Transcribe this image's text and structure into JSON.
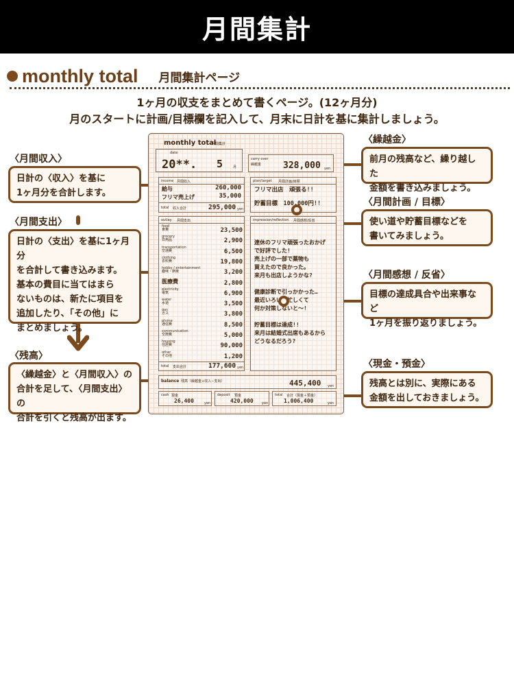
{
  "title": "月間集計",
  "heading": {
    "en": "monthly total",
    "jp": "月間集計ページ"
  },
  "intro": [
    "1ヶ月の収支をまとめて書くページ。(12ヶ月分)",
    "月のスタートに計画/目標欄を記入して、月末に日計を基に集計しましょう。"
  ],
  "sheet": {
    "header_en": "monthly total",
    "header_jp": "月間集計",
    "date_label": "date",
    "year": "20**.",
    "month": "5",
    "month_unit": "月",
    "carry_label": "carry over",
    "carry_label_jp": "繰越金",
    "carry_value": "328,000",
    "yen": "yen",
    "income_label": "income",
    "income_label_jp": "月間収入",
    "income": [
      {
        "label": "給与",
        "value": "260,000"
      },
      {
        "label": "フリマ売上げ",
        "value": "35,000"
      }
    ],
    "income_total_label": "total",
    "income_total_label_jp": "収入合計",
    "income_total": "295,000",
    "outlay_label": "outlay",
    "outlay_label_jp": "月間支出",
    "outlay": [
      {
        "label": "food\n食費",
        "value": "23,500"
      },
      {
        "label": "grocery\n日用品",
        "value": "2,900"
      },
      {
        "label": "transportation\n交通費",
        "value": "6,500"
      },
      {
        "label": "clothing\n衣料費",
        "value": "19,800"
      },
      {
        "label": "hobby / entertainment\n趣味・娯楽",
        "value": "3,200"
      },
      {
        "label": "医療費",
        "value": "2,800"
      },
      {
        "label": "electricity\n電気",
        "value": "6,900"
      },
      {
        "label": "water\n水道",
        "value": "3,500"
      },
      {
        "label": "gas\nガス",
        "value": "3,800"
      },
      {
        "label": "phone\n通信費",
        "value": "8,500"
      },
      {
        "label": "communication\n交際費",
        "value": "5,000"
      },
      {
        "label": "housing\n住居費",
        "value": "90,000"
      },
      {
        "label": "other\nその他",
        "value": "1,200"
      }
    ],
    "outlay_total_label": "total",
    "outlay_total_label_jp": "支出合計",
    "outlay_total": "177,600",
    "plan_label": "plan/target",
    "plan_label_jp": "月間計画/目標",
    "plan_lines": [
      "フリマ出店　頑張る!!",
      "貯蓄目標　100,000円!!"
    ],
    "impression_label": "impression/reflection",
    "impression_label_jp": "月間感想/反省",
    "impression_lines": [
      "連休のフリマ頑張ったおかげ",
      "で好評でした!",
      "売上げの一部で薬物も",
      "買えたので良かった。",
      "来月も出店しようかな?",
      "",
      "健康診断で引っかかった…",
      "最近いろいろ忙しくて",
      "何か対策しないと〜!",
      "",
      "貯蓄目標は達成!!",
      "来月は結婚式出席もあるから",
      "どうなるだろう?"
    ],
    "balance_label": "balance",
    "balance_label_jp": "残高（繰越金+収入−支出）",
    "balance_value": "445,400",
    "cash_label": "cash",
    "cash_label_jp": "現金",
    "cash_value": "26,400",
    "deposit_label": "deposit",
    "deposit_label_jp": "預金",
    "deposit_value": "420,000",
    "total_label": "total",
    "total_label_jp": "合計（現金＋預金）",
    "total_value": "1,006,400"
  },
  "callouts": {
    "income": {
      "title": "〈月間収入〉",
      "text": [
        "日計の〈収入〉を基に",
        "1ヶ月分を合計します。"
      ]
    },
    "outlay": {
      "title": "〈月間支出〉",
      "text": [
        "日計の〈支出〉を基に1ヶ月分",
        "を合計して書き込みます。",
        "基本の費目に当てはまら",
        "ないものは、新たに項目を",
        "追加したり、「その他」に",
        "まとめましょう。"
      ]
    },
    "balance": {
      "title": "〈残高〉",
      "text": [
        "〈繰越金〉と〈月間収入〉の",
        "合計を足して、〈月間支出〉の",
        "合計を引くと残高が出ます。"
      ]
    },
    "carry": {
      "title": "〈繰越金〉",
      "text": [
        "前月の残高など、繰り越した",
        "金額を書き込みましょう。"
      ]
    },
    "plan": {
      "title": "〈月間計画 / 目標〉",
      "text": [
        "使い道や貯蓄目標などを",
        "書いてみましょう。"
      ]
    },
    "impression": {
      "title": "〈月間感想 / 反省〉",
      "text": [
        "目標の達成具合や出来事など",
        "1ヶ月を振り返りましょう。"
      ]
    },
    "cash": {
      "title": "〈現金・預金〉",
      "text": [
        "残高とは別に、実際にある",
        "金額を出しておきましょう。"
      ]
    }
  }
}
